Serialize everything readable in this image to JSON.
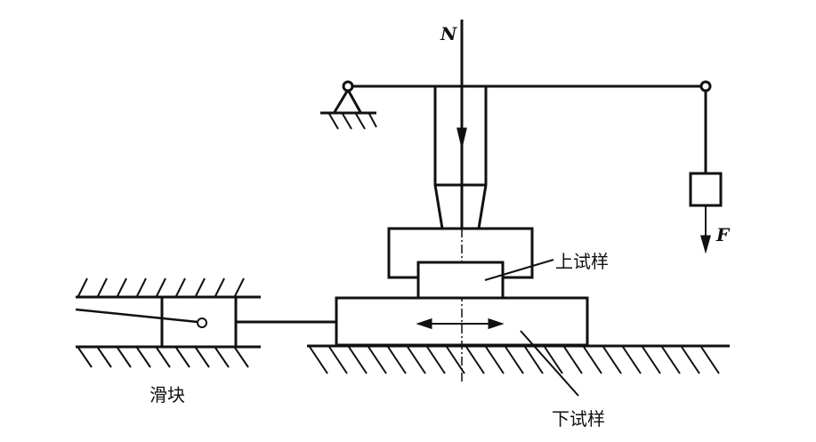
{
  "labels": {
    "normal_force": "N",
    "force": "F",
    "upper_specimen": "上试样",
    "lower_specimen": "下试样",
    "slider": "滑块"
  },
  "colors": {
    "line": "#111111",
    "background": "#ffffff"
  }
}
